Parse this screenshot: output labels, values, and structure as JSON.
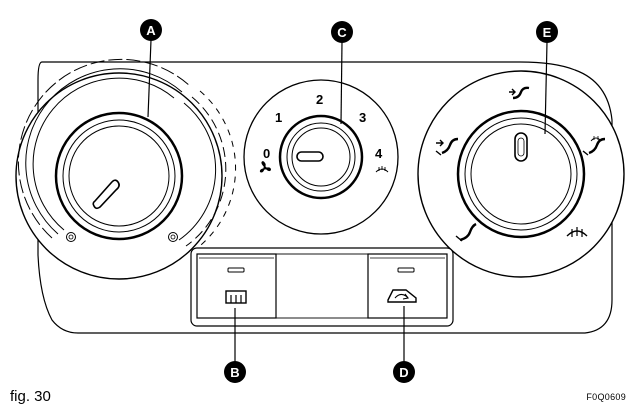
{
  "callouts": {
    "a": "A",
    "b": "B",
    "c": "C",
    "d": "D",
    "e": "E"
  },
  "fan_speed": {
    "labels": [
      "0",
      "1",
      "2",
      "3",
      "4"
    ]
  },
  "caption": {
    "figure": "fig. 30",
    "code": "F0Q0609"
  },
  "icons": {
    "fan": "fan-icon",
    "defrost": "windscreen-defrost-icon",
    "rear_defrost": "rear-window-heater-icon",
    "recirculation": "air-recirculation-icon",
    "vent_face": "airflow-face-icon",
    "vent_face_feet": "airflow-face-feet-icon",
    "vent_feet": "airflow-feet-icon",
    "vent_feet_defrost": "airflow-feet-defrost-icon"
  }
}
